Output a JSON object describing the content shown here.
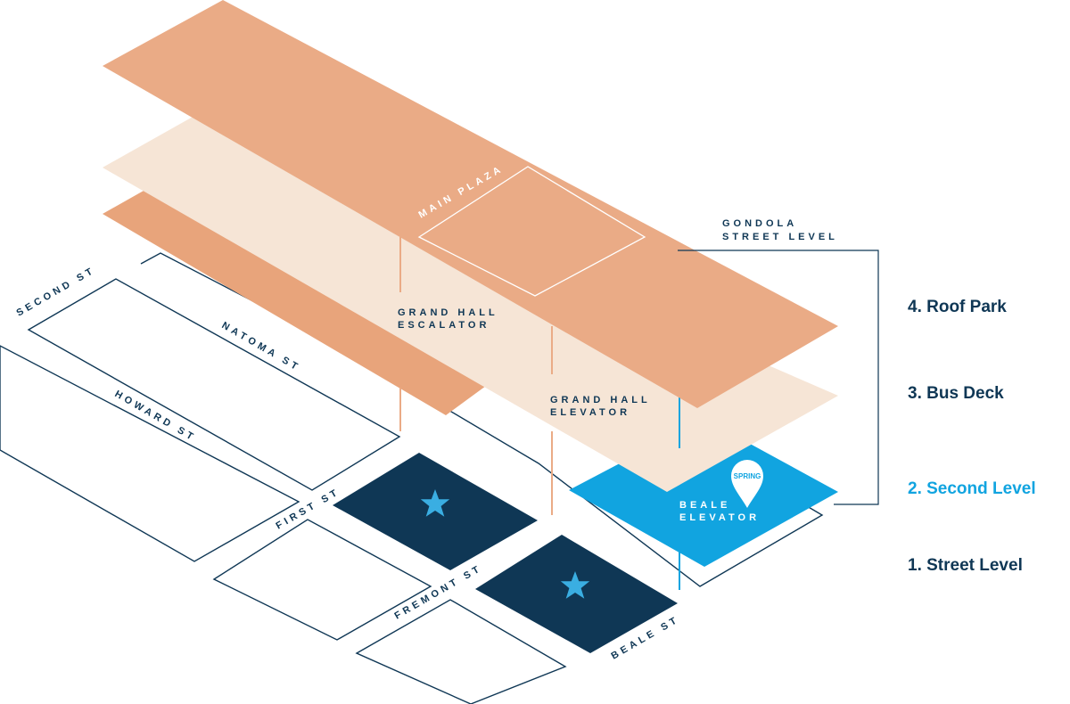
{
  "colors": {
    "navy": "#0f3755",
    "roof": "#eaab86",
    "roof_under": "#e8a47b",
    "bus_deck": "#f6e5d6",
    "accent_blue": "#11a4e0",
    "star_blue": "#3aaee2",
    "white": "#ffffff"
  },
  "streets": {
    "second": "SECOND ST",
    "natoma": "NATOMA ST",
    "howard": "HOWARD ST",
    "first": "FIRST ST",
    "fremont": "FREMONT ST",
    "beale": "BEALE ST"
  },
  "callouts": {
    "main_plaza": "MAIN PLAZA",
    "gondola_line1": "GONDOLA",
    "gondola_line2": "STREET LEVEL",
    "grand_hall_escalator_line1": "GRAND HALL",
    "grand_hall_escalator_line2": "ESCALATOR",
    "grand_hall_elevator_line1": "GRAND HALL",
    "grand_hall_elevator_line2": "ELEVATOR",
    "beale_elevator_line1": "BEALE",
    "beale_elevator_line2": "ELEVATOR",
    "pin_brand": "SPRING"
  },
  "levels": [
    {
      "label": "4. Roof Park",
      "active": false
    },
    {
      "label": "3. Bus Deck",
      "active": false
    },
    {
      "label": "2. Second Level",
      "active": true
    },
    {
      "label": "1. Street Level",
      "active": false
    }
  ],
  "icons": {
    "landmark_marker": "star-icon",
    "location_pin": "map-pin-icon"
  }
}
